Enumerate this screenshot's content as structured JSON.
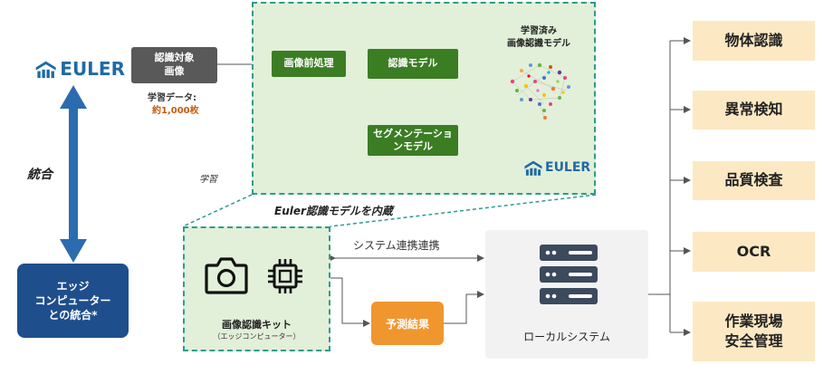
{
  "left": {
    "brand": "EULER",
    "integrate_label": "統合",
    "edge_box": {
      "line1": "エッジ",
      "line2": "コンピューター",
      "line3": "との統合*"
    }
  },
  "input": {
    "box_line1": "認識対象",
    "box_line2": "画像",
    "learning_data_label": "学習データ:",
    "learning_data_count": "約1,000枚"
  },
  "green_area": {
    "preprocess": "画像前処理",
    "recognition_model": "認識モデル",
    "segmentation_line1": "セグメンテーショ",
    "segmentation_line2": "ンモデル",
    "trained_line1": "学習済み",
    "trained_line2": "画像認識モデル",
    "brand": "EULER",
    "learning_label": "学習",
    "embedded_caption": "Euler認識モデルを内蔵"
  },
  "kit": {
    "title": "画像認識キット",
    "subtitle": "（エッジコンピューター）"
  },
  "link_label": "システム連携連携",
  "prediction": "予測結果",
  "local_system": "ローカルシステム",
  "outputs": [
    {
      "line1": "物体認識",
      "line2": ""
    },
    {
      "line1": "異常検知",
      "line2": ""
    },
    {
      "line1": "品質検査",
      "line2": ""
    },
    {
      "line1": "OCR",
      "line2": ""
    },
    {
      "line1": "作業現場",
      "line2": "安全管理"
    }
  ],
  "colors": {
    "green_box": "#3b7d23",
    "green_area_bg": "#e2efd9",
    "teal_dash": "#2e9b8e",
    "brand_blue": "#1f6aa5",
    "edge_box": "#1f4e8c",
    "orange": "#f0962e",
    "output_bg": "#fce9c3",
    "gray_box": "#595959",
    "count_orange": "#c55a11"
  }
}
